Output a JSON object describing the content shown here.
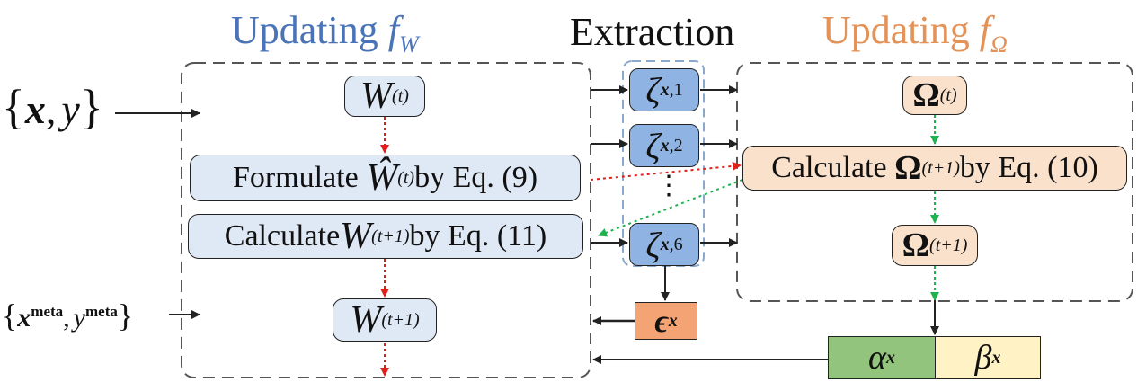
{
  "titles": {
    "left_text": "Updating",
    "left_symbol": "f",
    "left_sub": "W",
    "middle": "Extraction",
    "right_text": "Updating",
    "right_symbol": "f",
    "right_sub": "Ω"
  },
  "inputs": {
    "data_open": "{",
    "data_x": "x",
    "data_sep": ",",
    "data_y": "y",
    "data_close": "}",
    "meta_open": "{",
    "meta_x": "x",
    "meta_x_sup": "meta",
    "meta_sep": ",",
    "meta_y": "y",
    "meta_y_sup": "meta",
    "meta_close": "}"
  },
  "left_module": {
    "w_t": {
      "sym": "W",
      "sup": "(t)"
    },
    "formulate": {
      "pre": "Formulate ",
      "sym": "Ŵ",
      "sup": "(t)",
      "post": "by Eq. (9)"
    },
    "calculate": {
      "pre": "Calculate",
      "sym": "W",
      "sup": "(t+1)",
      "post": "by Eq. (11)"
    },
    "w_t1": {
      "sym": "W",
      "sup": "(t+1)"
    }
  },
  "extraction": {
    "zeta_sym": "ζ",
    "z1": {
      "sub_x": "x",
      "sub_idx": ",1"
    },
    "z2": {
      "sub_x": "x",
      "sub_idx": ",2"
    },
    "dots": "⋮",
    "z6": {
      "sub_x": "x",
      "sub_idx": ",6"
    },
    "epsilon": {
      "sym": "ϵ",
      "sub": "x"
    }
  },
  "right_module": {
    "omega_t": {
      "sym": "Ω",
      "sup": "(t)"
    },
    "calculate": {
      "pre": "Calculate ",
      "sym": "Ω",
      "sup": "(t+1)",
      "post": "by Eq. (10)"
    },
    "omega_t1": {
      "sym": "Ω",
      "sup": "(t+1)"
    }
  },
  "output": {
    "alpha": {
      "sym": "α",
      "sub": "x"
    },
    "beta": {
      "sym": "β",
      "sub": "x"
    }
  },
  "colors": {
    "blue_title": "#4a73b8",
    "orange_title": "#e39258",
    "red_arrow": "#e0201b",
    "green_arrow": "#1fb34f"
  }
}
